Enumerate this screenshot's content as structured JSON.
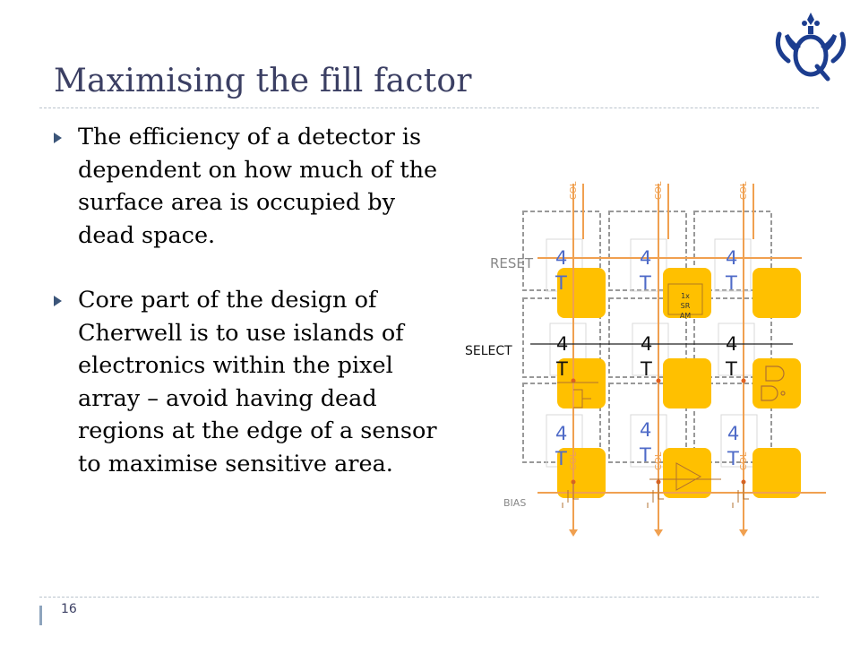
{
  "slide": {
    "title": "Maximising the fill factor",
    "page_number": "16"
  },
  "bullets": [
    {
      "text": "The efficiency of a detector is dependent on how much of the surface area is occupied by dead space."
    },
    {
      "text": "Core part of the design of Cherwell is to use islands of electronics within the pixel array – avoid having dead regions at the edge of a sensor to maximise sensitive area."
    }
  ],
  "diagram": {
    "col_label": "COL",
    "reset_label": "RESET",
    "select_label": "SELECT",
    "bias_label": "BIAS",
    "cell_label_top": "4",
    "cell_label_bottom": "T",
    "sram_label": [
      "1x",
      "SR",
      "AM"
    ],
    "colors": {
      "pixel_fill": "#ffc000",
      "wire_orange": "#f0a050",
      "dashed_box": "#999999",
      "cell_label": "#4f6bc8"
    }
  },
  "logo": {
    "icon": "crown-q-logo-icon",
    "color": "#1c3d8f"
  }
}
